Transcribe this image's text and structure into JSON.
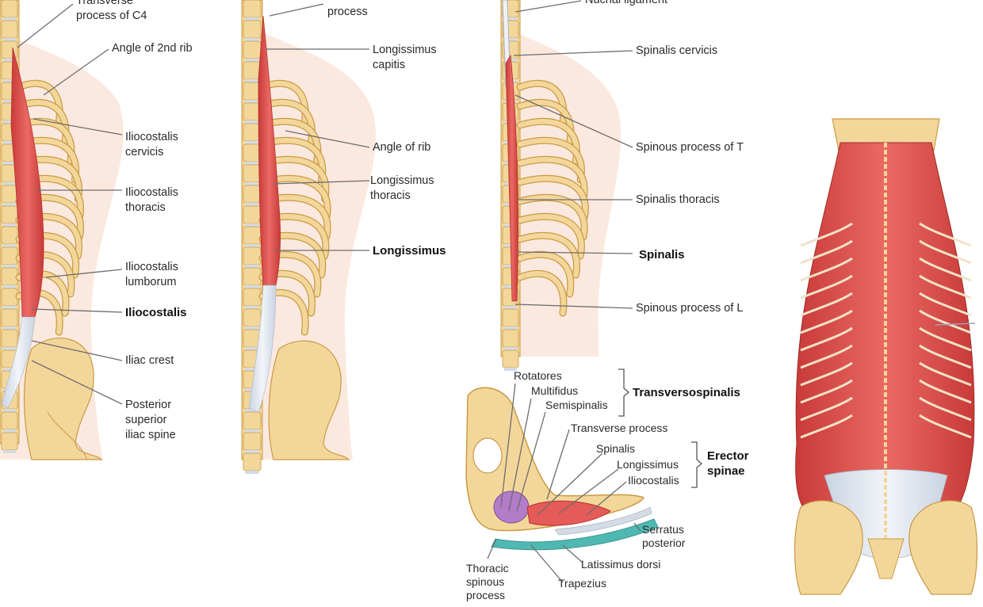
{
  "panel1": {
    "labels": {
      "transverse_c4": [
        "Transverse",
        "process of C4"
      ],
      "angle_2nd_rib": "Angle of 2nd rib",
      "ilio_cervicis": [
        "Iliocostalis",
        "cervicis"
      ],
      "ilio_thoracis": [
        "Iliocostalis",
        "thoracis"
      ],
      "ilio_lumborum": [
        "Iliocostalis",
        "lumborum"
      ],
      "iliocostalis": "Iliocostalis",
      "iliac_crest": "Iliac crest",
      "psis": [
        "Posterior",
        "superior",
        "iliac spine"
      ]
    }
  },
  "panel2": {
    "labels": {
      "mastoid": "process",
      "long_capitis": [
        "Longissimus",
        "capitis"
      ],
      "angle_rib": "Angle of rib",
      "long_thoracis": [
        "Longissimus",
        "thoracis"
      ],
      "longissimus": "Longissimus"
    }
  },
  "panel3": {
    "labels": {
      "nuchal": "Nuchal ligament",
      "spin_cervicis": "Spinalis cervicis",
      "spinous_t": "Spinous process of T",
      "spin_thoracis": "Spinalis thoracis",
      "spinalis": "Spinalis",
      "spinous_l": "Spinous process of L"
    }
  },
  "cross_section": {
    "labels": {
      "rotatores": "Rotatores",
      "multifidus": "Multifidus",
      "semispinalis": "Semispinalis",
      "transversospinalis": "Transversospinalis",
      "transverse_process": "Transverse process",
      "spinalis": "Spinalis",
      "longissimus": "Longissimus",
      "iliocostalis": "Iliocostalis",
      "erector_spinae": [
        "Erector",
        "spinae"
      ],
      "serratus": [
        "Serratus",
        "posterior"
      ],
      "latissimus": "Latissimus dorsi",
      "trapezius": "Trapezius",
      "thoracic_spinous": [
        "Thoracic",
        "spinous",
        "process"
      ]
    }
  },
  "colors": {
    "bone": "#f3d79a",
    "bone_edge": "#c99a45",
    "skin": "#fbe9e0",
    "muscle": "#e45b58",
    "muscle_dark": "#b8312f",
    "tendon": "#dde4ee",
    "disc": "#d3dbe6",
    "rotatores": "#b27cc8",
    "latissimus": "#4fb8b2",
    "leader": "#6d6d6d"
  }
}
